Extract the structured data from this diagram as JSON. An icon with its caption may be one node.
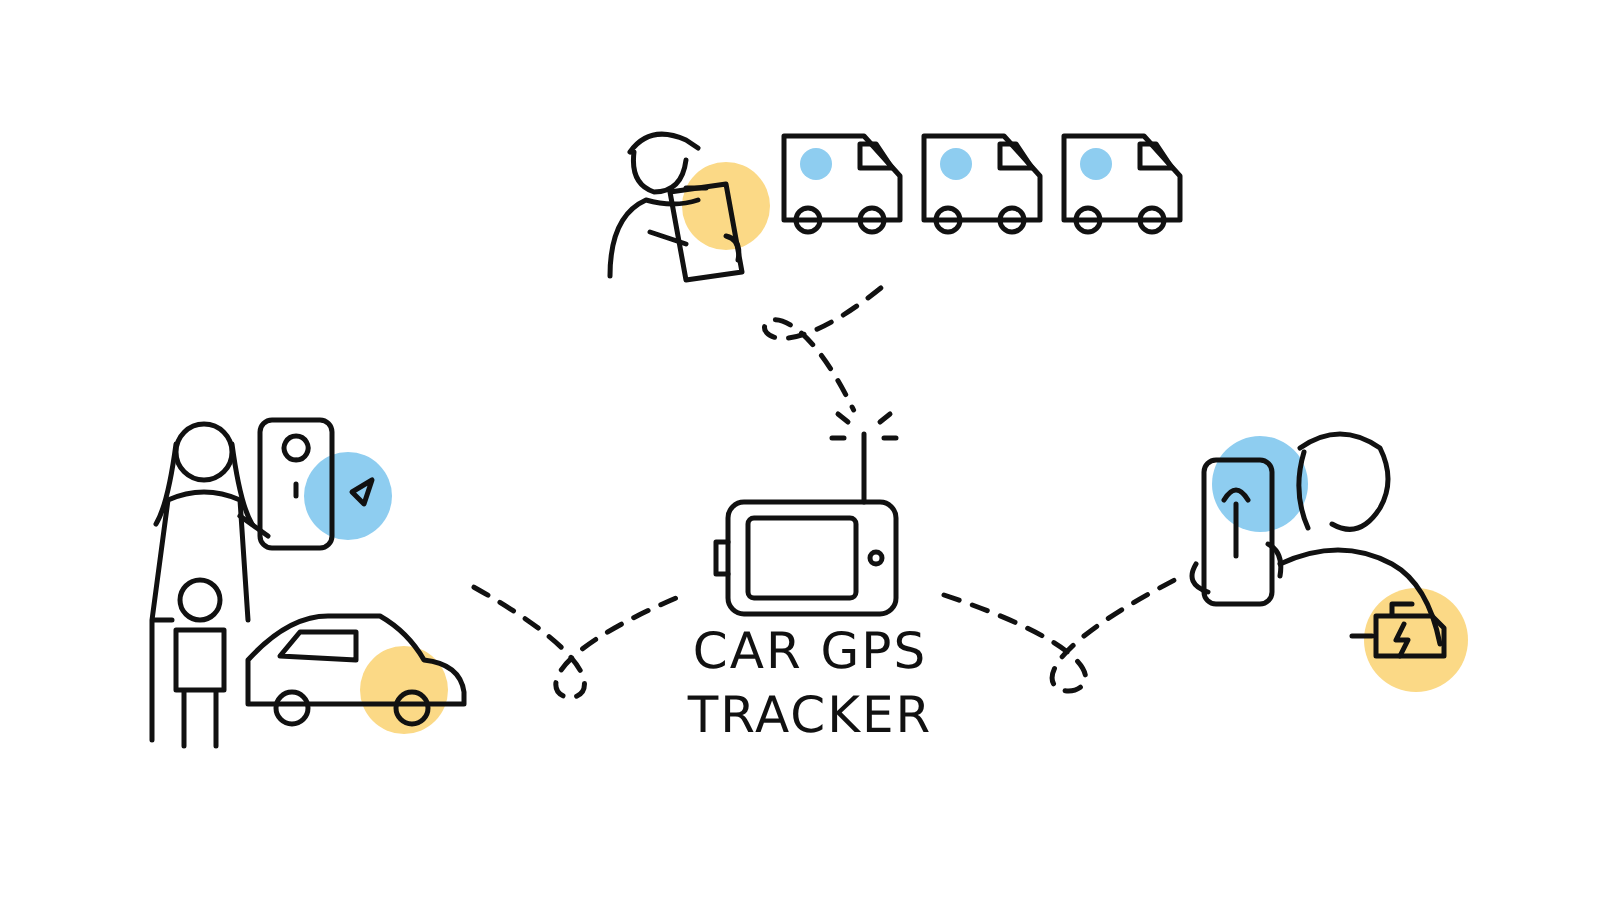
{
  "diagram": {
    "nodes": [
      {
        "text": [],
        "shape": "picture"
      },
      {
        "text": [],
        "shape": "picture"
      },
      {
        "text": [
          "CAR GPS TRACKER"
        ]
      },
      {
        "text": [],
        "shape": "picture"
      }
    ],
    "edges": [
      {
        "from": 0,
        "to": 2,
        "arrow": "none",
        "style": "dashed"
      },
      {
        "from": 1,
        "to": 2,
        "arrow": "none",
        "style": "dashed"
      },
      {
        "from": 2,
        "to": 3,
        "arrow": "none",
        "style": "dashed"
      }
    ]
  }
}
